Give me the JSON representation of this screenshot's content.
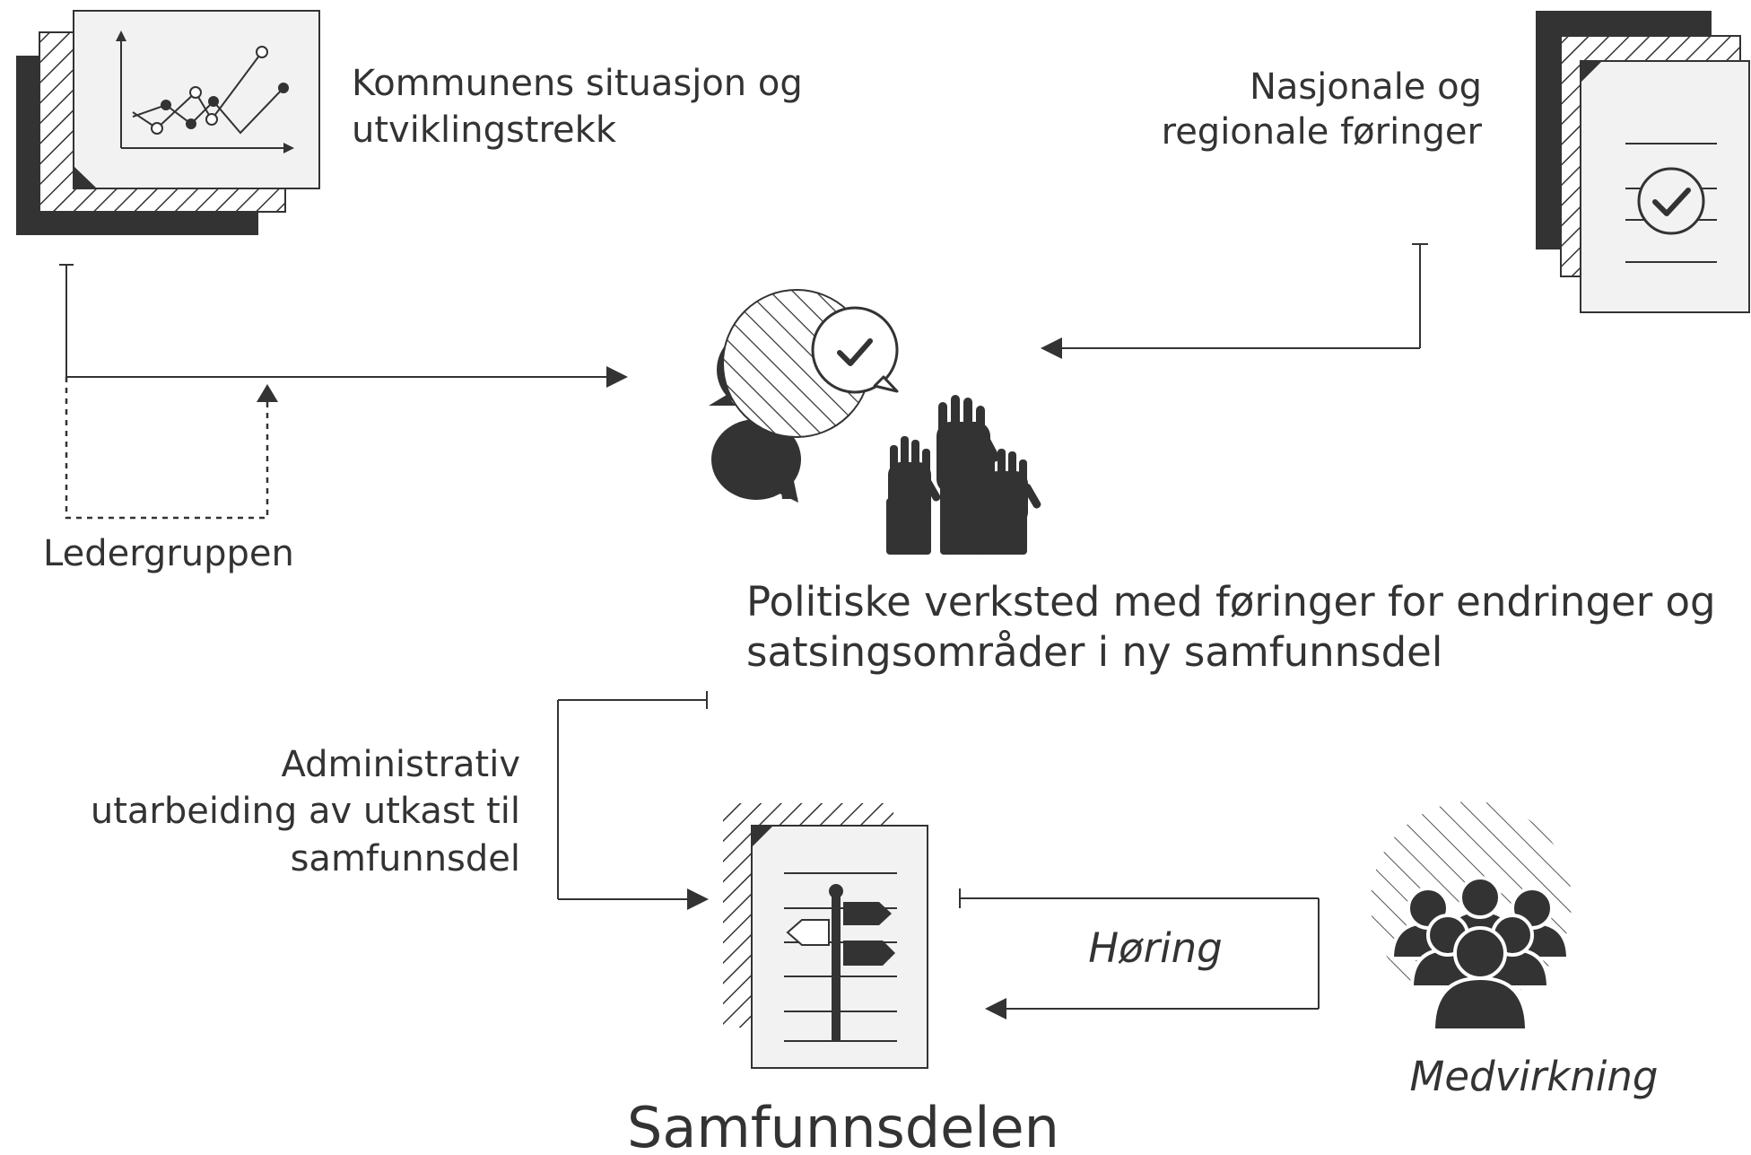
{
  "labels": {
    "kommunens_line1": "Kommunens situasjon og",
    "kommunens_line2": "utviklingstrekk",
    "nasjonale_line1": "Nasjonale og",
    "nasjonale_line2": "regionale føringer",
    "ledergruppen": "Ledergruppen",
    "politiske_line1": "Politiske verksted med føringer for endringer og",
    "politiske_line2": "satsingsområder i ny samfunnsdel",
    "administrativ_line1": "Administrativ",
    "administrativ_line2": "utarbeiding av utkast til",
    "administrativ_line3": "samfunnsdel",
    "horing": "Høring",
    "medvirkning": "Medvirkning",
    "samfunnsdelen": "Samfunnsdelen"
  },
  "icons": {
    "chart_document": "line-chart-document-stack-icon",
    "guidelines_document": "checkmark-document-stack-icon",
    "speech_bubbles": "speech-bubbles-checkmark-icon",
    "raised_hands": "raised-hands-icon",
    "signpost_document": "signpost-document-icon",
    "crowd": "group-of-people-icon"
  },
  "colors": {
    "ink": "#333333",
    "paper": "#f2f2f2",
    "background": "#ffffff"
  }
}
